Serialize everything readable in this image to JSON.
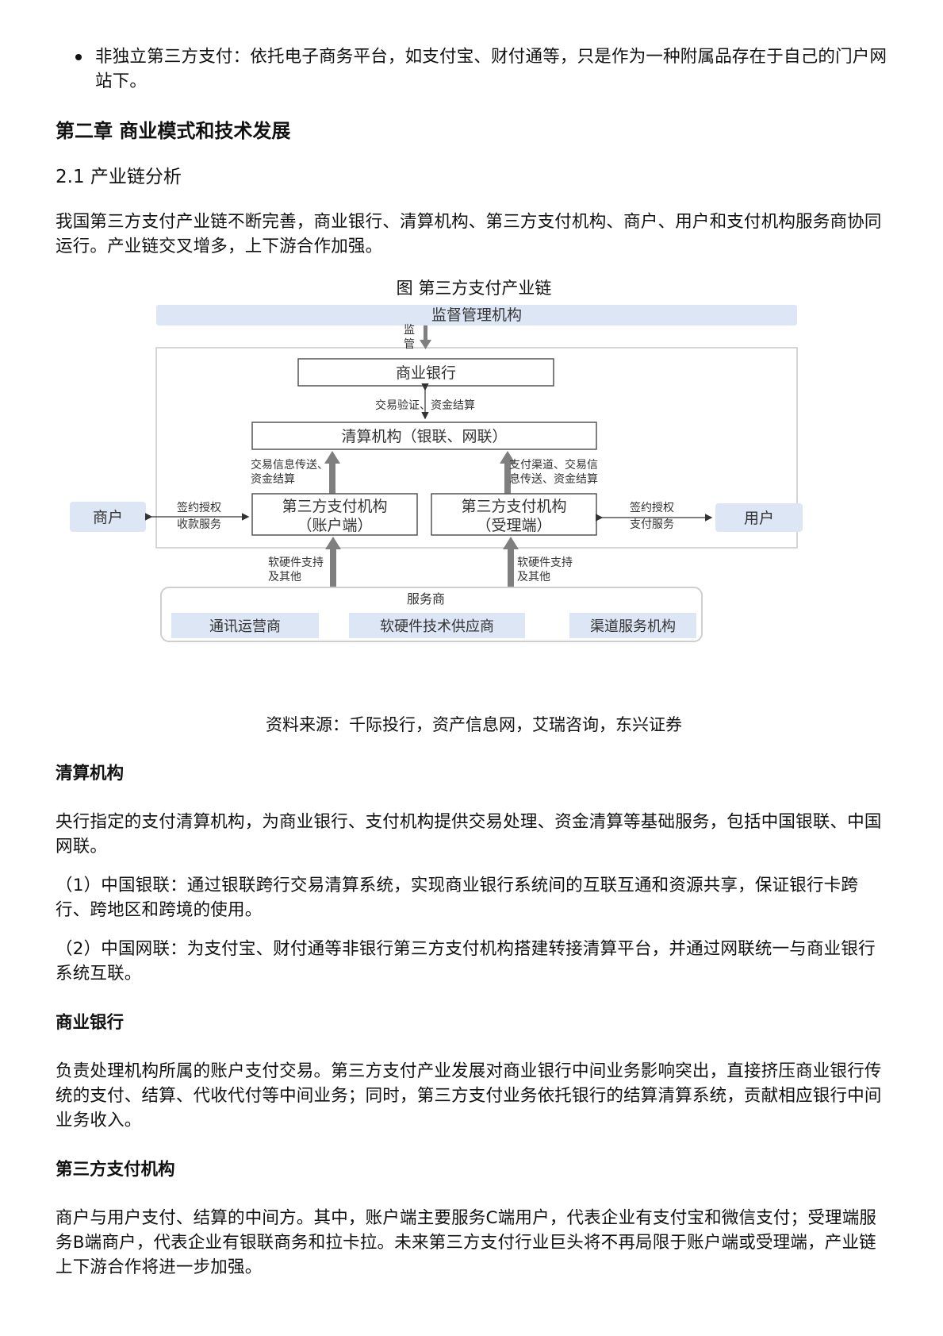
{
  "bullet": {
    "text": "非独立第三方支付：依托电子商务平台，如支付宝、财付通等，只是作为一种附属品存在于自己的门户网站下。"
  },
  "chapter_title": "第二章 商业模式和技术发展",
  "section_title": "2.1 产业链分析",
  "intro_para": "我国第三方支付产业链不断完善，商业银行、清算机构、第三方支付机构、商户、用户和支付机构服务商协同运行。产业链交叉增多，上下游合作加强。",
  "figure": {
    "title": "图 第三方支付产业链",
    "source": "资料来源：千际投行，资产信息网，艾瑞咨询，东兴证券",
    "regulator": "监督管理机构",
    "regulate_label_1": "监",
    "regulate_label_2": "管",
    "bank": "商业银行",
    "bank_clearing_label": "交易验证、资金结算",
    "clearing": "清算机构（银联、网联）",
    "left_up_label_1": "交易信息传送、",
    "left_up_label_2": "资金结算",
    "right_up_label_1": "支付渠道、交易信",
    "right_up_label_2": "息传送、资金结算",
    "account_side_1": "第三方支付机构",
    "account_side_2": "（账户端）",
    "acquiring_side_1": "第三方支付机构",
    "acquiring_side_2": "（受理端）",
    "merchant": "商户",
    "merchant_label_1": "签约授权",
    "merchant_label_2": "收款服务",
    "user": "用户",
    "user_label_1": "签约授权",
    "user_label_2": "支付服务",
    "support_label_1": "软硬件支持",
    "support_label_2": "及其他",
    "service_providers": "服务商",
    "telecom": "通讯运营商",
    "hw_sw": "软硬件技术供应商",
    "channel": "渠道服务机构",
    "colors": {
      "light_blue": "#dde6f4",
      "arrow_gray": "#7f7f7f",
      "frame": "#cfcfcf"
    }
  },
  "clearing_heading": "清算机构",
  "clearing_para": "央行指定的支付清算机构，为商业银行、支付机构提供交易处理、资金清算等基础服务，包括中国银联、中国网联。",
  "unionpay_para": "（1）中国银联：通过银联跨行交易清算系统，实现商业银行系统间的互联互通和资源共享，保证银行卡跨行、跨地区和跨境的使用。",
  "netsunion_para": "（2）中国网联：为支付宝、财付通等非银行第三方支付机构搭建转接清算平台，并通过网联统一与商业银行系统互联。",
  "bank_heading": "商业银行",
  "bank_para": "负责处理机构所属的账户支付交易。第三方支付产业发展对商业银行中间业务影响突出，直接挤压商业银行传统的支付、结算、代收代付等中间业务；同时，第三方支付业务依托银行的结算清算系统，贡献相应银行中间业务收入。",
  "tpp_heading": "第三方支付机构",
  "tpp_para": "商户与用户支付、结算的中间方。其中，账户端主要服务C端用户，代表企业有支付宝和微信支付；受理端服务B端商户，代表企业有银联商务和拉卡拉。未来第三方支付行业巨头将不再局限于账户端或受理端，产业链上下游合作将进一步加强。"
}
